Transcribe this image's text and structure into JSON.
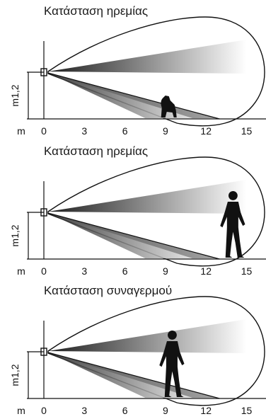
{
  "panels": [
    {
      "title": "Κατάσταση ηρεμίας",
      "subject": "pet",
      "subject_x_m": 9.2
    },
    {
      "title": "Κατάσταση ηρεμίας",
      "subject": "person",
      "subject_x_m": 14.0
    },
    {
      "title": "Κατάσταση συναγερμού",
      "subject": "person",
      "subject_x_m": 9.5
    }
  ],
  "axis": {
    "unit": "m",
    "ticks": [
      "0",
      "3",
      "6",
      "9",
      "12",
      "15"
    ],
    "height_label": "m1,2"
  },
  "colors": {
    "beam_dark": "#1e1e1e",
    "beam_light": "#ffffff",
    "line": "#111111"
  },
  "icons": {
    "sensor": "sensor-icon",
    "pet": "dog-icon",
    "person": "person-icon"
  }
}
